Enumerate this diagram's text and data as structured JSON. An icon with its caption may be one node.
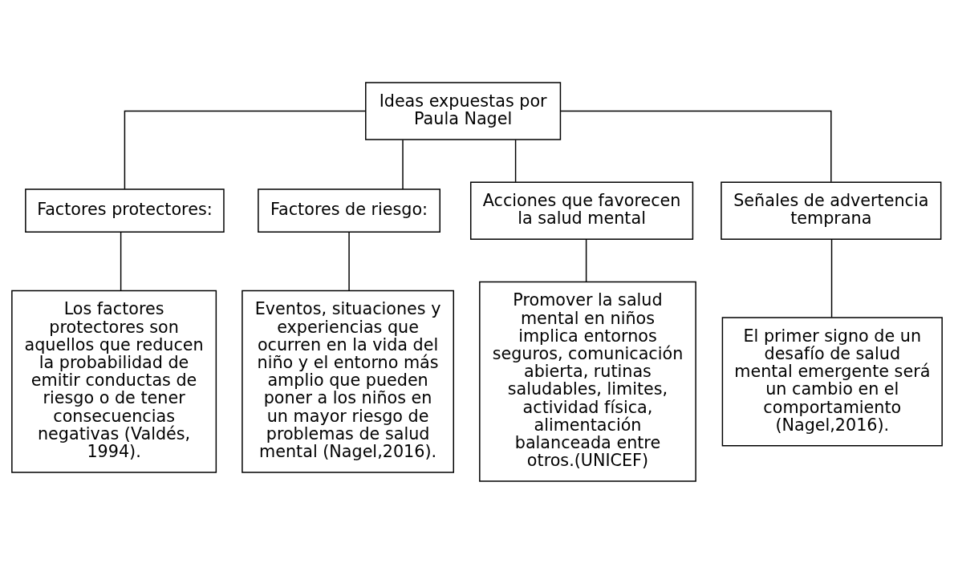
{
  "diagram": {
    "nodes": [
      {
        "text": [
          "Ideas expuestas por Paula Nagel"
        ]
      },
      {
        "text": [
          "Factores protectores:"
        ]
      },
      {
        "text": [
          "Factores de riesgo:"
        ]
      },
      {
        "text": [
          "Acciones que favorecen la salud mental"
        ]
      },
      {
        "text": [
          "Señales de advertencia temprana"
        ]
      },
      {
        "text": [
          "Los factores protectores son aquellos que reducen la probabilidad de emitir conductas de riesgo o de tener consecuencias negativas (Valdés, 1994)."
        ]
      },
      {
        "text": [
          "Eventos, situaciones y experiencias que ocurren en la vida del niño y el entorno más amplio que pueden poner a los niños en un mayor riesgo de problemas de salud mental (Nagel,2016)."
        ]
      },
      {
        "text": [
          "Promover la salud mental en niños implica entornos seguros, comunicación abierta, rutinas saludables, limites, actividad física, alimentación balanceada entre otros.(UNICEF)"
        ]
      },
      {
        "text": [
          "El primer signo de un desafío de salud mental emergente será un cambio en el comportamiento (Nagel,2016)."
        ]
      }
    ],
    "edges": [
      {
        "from": 0,
        "to": 1,
        "arrow": "none"
      },
      {
        "from": 0,
        "to": 2,
        "arrow": "none"
      },
      {
        "from": 0,
        "to": 3,
        "arrow": "none"
      },
      {
        "from": 0,
        "to": 4,
        "arrow": "none"
      },
      {
        "from": 1,
        "to": 5,
        "arrow": "none"
      },
      {
        "from": 2,
        "to": 6,
        "arrow": "none"
      },
      {
        "from": 3,
        "to": 7,
        "arrow": "none"
      },
      {
        "from": 4,
        "to": 8,
        "arrow": "none"
      }
    ]
  }
}
